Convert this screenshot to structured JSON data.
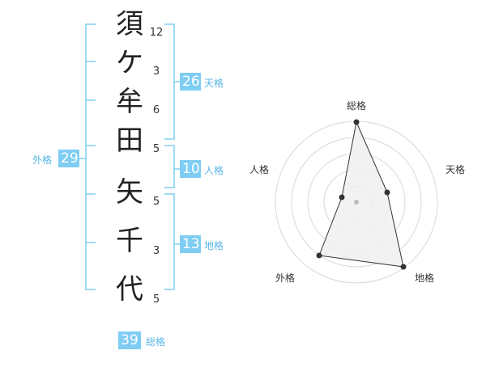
{
  "name": {
    "characters": [
      "須",
      "ケ",
      "牟",
      "田",
      "矢",
      "千",
      "代"
    ],
    "strokes": [
      "12",
      "3",
      "6",
      "5",
      "5",
      "3",
      "5"
    ]
  },
  "fortune": {
    "tenkaku": {
      "value": "26",
      "label": "天格"
    },
    "jinkaku": {
      "value": "10",
      "label": "人格"
    },
    "chikaku": {
      "value": "13",
      "label": "地格"
    },
    "gaikaku": {
      "value": "29",
      "label": "外格"
    },
    "soukaku": {
      "value": "39",
      "label": "総格"
    }
  },
  "radar": {
    "labels": {
      "top": "総格",
      "right": "天格",
      "bottom_right": "地格",
      "bottom_left": "外格",
      "left": "人格"
    },
    "colors": {
      "ring": "#d8d8d8",
      "fill": "#f0f0f0",
      "stroke": "#333333",
      "center": "#bbbbbb"
    }
  },
  "colors": {
    "bracket": "#7fcdf3",
    "badge": "#7fcdf3",
    "badge_label": "#5ab6e6"
  }
}
